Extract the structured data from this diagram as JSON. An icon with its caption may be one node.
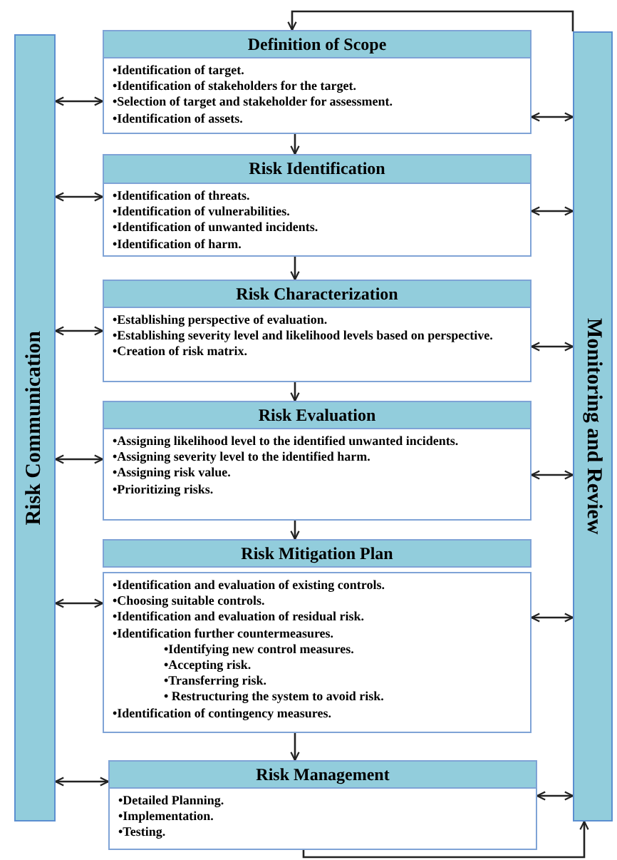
{
  "diagram": {
    "nodes": [
      {
        "text": [
          "Risk Communication"
        ]
      },
      {
        "text": [
          "Definition of Scope",
          "•Identification of target.",
          "•Identification of stakeholders for the target.",
          "•Selection of target and stakeholder for assessment.",
          "•Identification of assets."
        ]
      },
      {
        "text": [
          "Risk Identification",
          "•Identification of threats.",
          "•Identification of vulnerabilities.",
          "•Identification of unwanted incidents.",
          "•Identification of harm."
        ]
      },
      {
        "text": [
          "Risk Characterization",
          "•Establishing perspective of evaluation.",
          "•Establishing severity level and likelihood levels based on perspective.",
          "•Creation of risk matrix."
        ]
      },
      {
        "text": [
          "Risk Evaluation",
          "•Assigning likelihood level to the identified unwanted incidents.",
          "•Assigning severity level to the identified harm.",
          "•Assigning risk value.",
          "•Prioritizing risks."
        ]
      },
      {
        "text": [
          "Risk Mitigation Plan",
          "•Identification and evaluation of existing controls.",
          "•Choosing suitable controls.",
          "•Identification and evaluation of residual risk.",
          "•Identification further countermeasures.",
          "•Identifying new control measures.",
          "•Accepting risk.",
          "•Transferring risk.",
          "• Restructuring the system to avoid risk.",
          "•Identification of  contingency measures."
        ]
      },
      {
        "text": [
          "Risk Management",
          "•Detailed Planning.",
          "•Implementation.",
          "•Testing."
        ]
      },
      {
        "text": [
          "Monitoring and Review"
        ]
      }
    ],
    "edges": [
      {
        "from": 1,
        "to": 2,
        "arrow": "to"
      },
      {
        "from": 2,
        "to": 3,
        "arrow": "to"
      },
      {
        "from": 3,
        "to": 4,
        "arrow": "to"
      },
      {
        "from": 4,
        "to": 5,
        "arrow": "to"
      },
      {
        "from": 5,
        "to": 6,
        "arrow": "to"
      },
      {
        "from": 0,
        "to": 1,
        "arrow": "both"
      },
      {
        "from": 0,
        "to": 2,
        "arrow": "both"
      },
      {
        "from": 0,
        "to": 3,
        "arrow": "both"
      },
      {
        "from": 0,
        "to": 4,
        "arrow": "both"
      },
      {
        "from": 0,
        "to": 5,
        "arrow": "both"
      },
      {
        "from": 0,
        "to": 6,
        "arrow": "both"
      },
      {
        "from": 1,
        "to": 7,
        "arrow": "both"
      },
      {
        "from": 2,
        "to": 7,
        "arrow": "both"
      },
      {
        "from": 3,
        "to": 7,
        "arrow": "both"
      },
      {
        "from": 4,
        "to": 7,
        "arrow": "both"
      },
      {
        "from": 5,
        "to": 7,
        "arrow": "both"
      },
      {
        "from": 6,
        "to": 7,
        "arrow": "both"
      },
      {
        "from": 6,
        "to": 7,
        "arrow": "to"
      },
      {
        "from": 7,
        "to": 1,
        "arrow": "to"
      }
    ]
  }
}
